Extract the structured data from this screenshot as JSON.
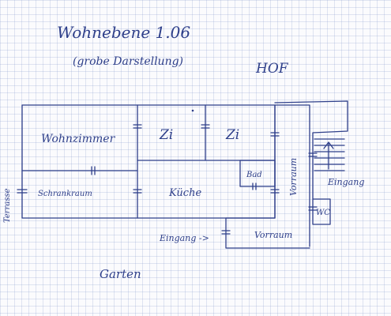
{
  "title": "Wohnebene 1.06",
  "subtitle": "(grobe Darstellung)",
  "hof": "HOF",
  "garten": "Garten",
  "colors": {
    "ink": "#2e3f8a",
    "grid": "#c4cbe6",
    "paper": "#fbfbfd"
  },
  "rooms": {
    "wohnzimmer": "Wohnzimmer",
    "zi_1": "Zi",
    "zi_2": "Zi",
    "schrankraum": "Schrankraum",
    "kueche": "Küche",
    "bad": "Bad",
    "vorraum_vertical": "Vorraum",
    "vorraum_bottom": "Vorraum",
    "wc": "WC",
    "terrasse": "Terrasse"
  },
  "entrances": {
    "side": "Eingang",
    "bottom": "Eingang ->"
  }
}
